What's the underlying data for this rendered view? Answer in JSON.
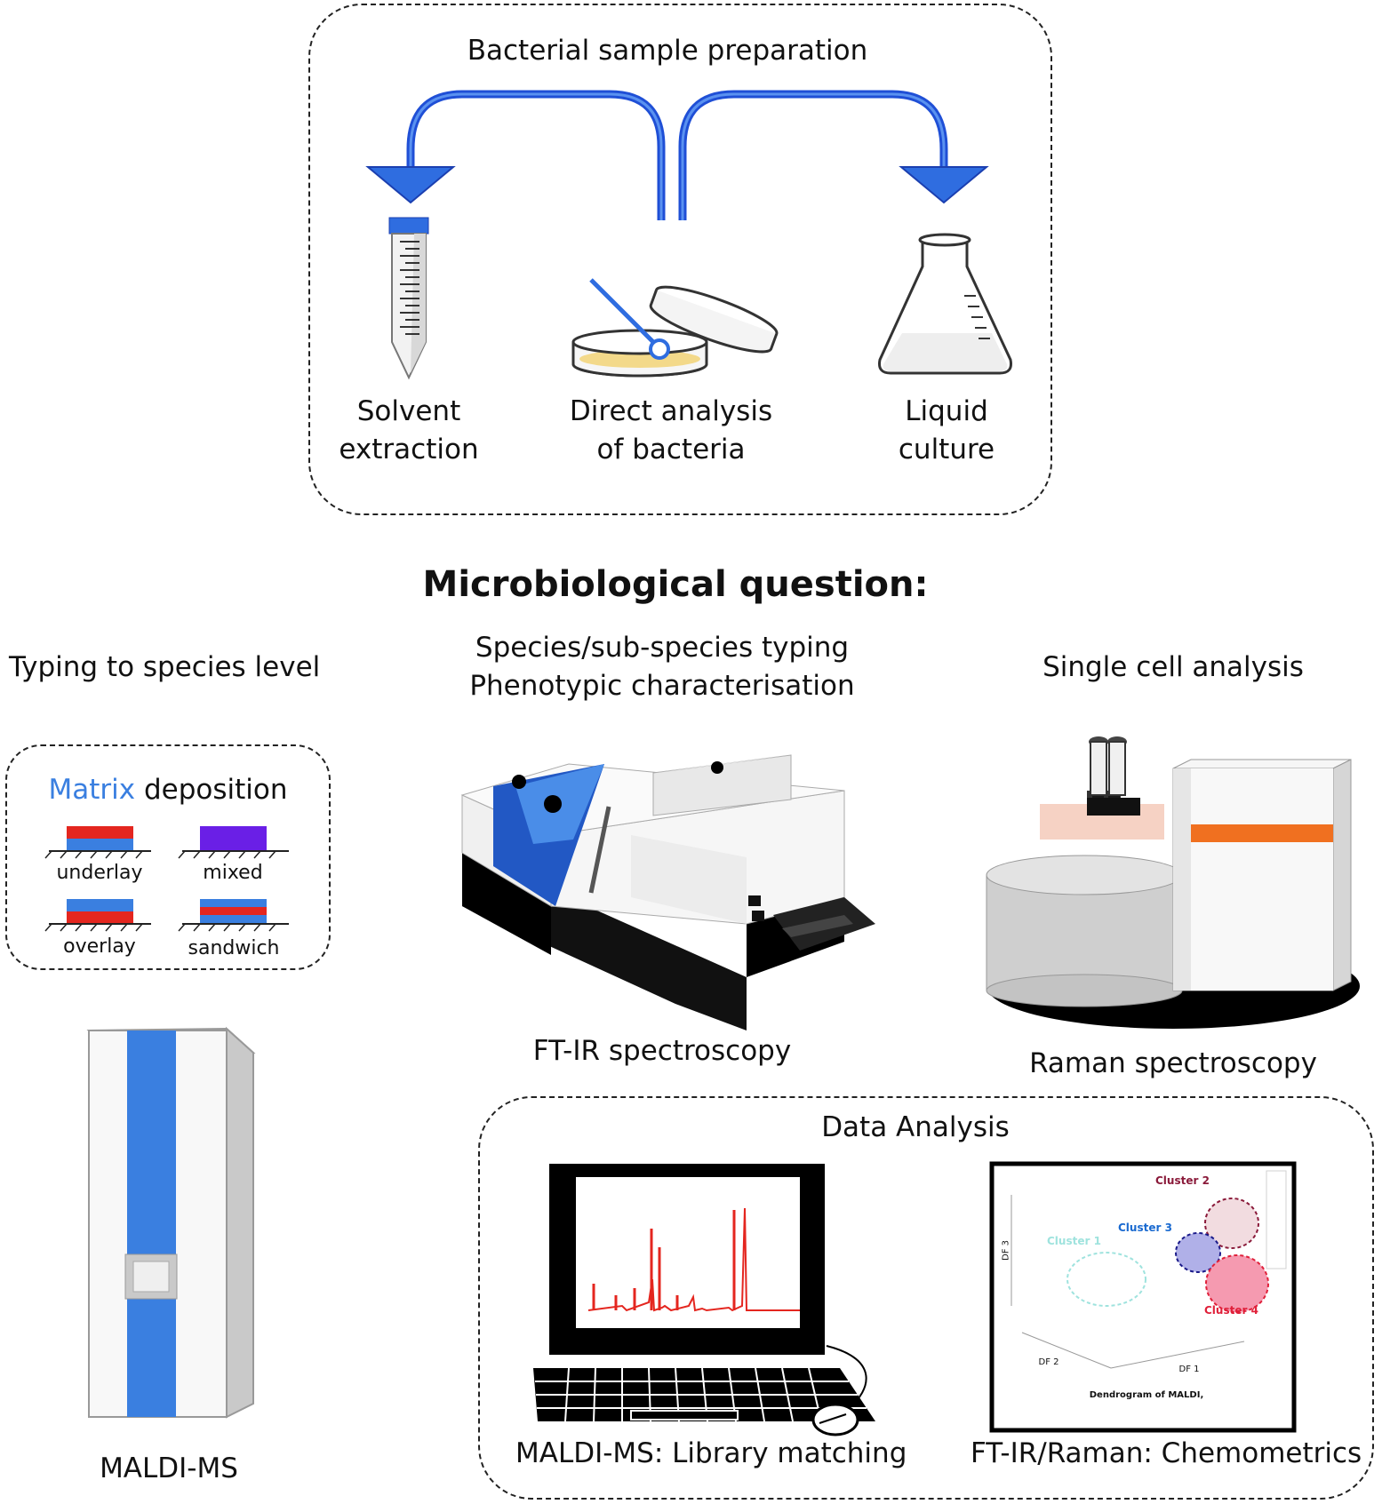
{
  "sample_prep": {
    "title": "Bacterial sample preparation",
    "solvent": [
      "Solvent",
      "extraction"
    ],
    "direct": [
      "Direct analysis",
      "of bacteria"
    ],
    "liquid": [
      "Liquid",
      "culture"
    ]
  },
  "question": {
    "title": "Microbiological question:",
    "left": "Typing to species level",
    "center": [
      "Species/sub-species typing",
      "Phenotypic characterisation"
    ],
    "right": "Single cell analysis"
  },
  "matrix": {
    "title_highlight": "Matrix",
    "title_rest": " deposition",
    "underlay": "underlay",
    "mixed": "mixed",
    "overlay": "overlay",
    "sandwich": "sandwich"
  },
  "instruments": {
    "maldi": "MALDI-MS",
    "ftir": "FT-IR spectroscopy",
    "raman": "Raman spectroscopy"
  },
  "data_analysis": {
    "title": "Data Analysis",
    "maldi_caption": "MALDI-MS: Library matching",
    "chemo_caption": "FT-IR/Raman: Chemometrics",
    "plot": {
      "cluster1": "Cluster 1",
      "cluster2": "Cluster 2",
      "cluster3": "Cluster 3",
      "cluster4": "Cluster 4",
      "df3": "DF 3",
      "df2": "DF 2",
      "df1": "DF 1",
      "caption": "Dendrogram of MALDI,"
    }
  },
  "colors": {
    "blue": "#3a7fe0",
    "red": "#e4261f",
    "purple": "#6a1fe6",
    "orange": "#f07020",
    "agar": "#f3d98a"
  }
}
